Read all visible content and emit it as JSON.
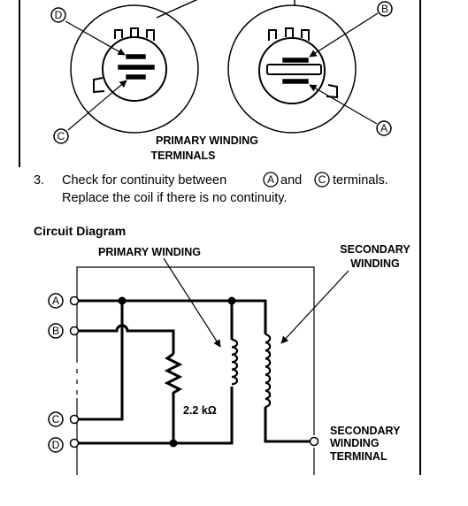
{
  "terminal_letters": {
    "a": "A",
    "b": "B",
    "c": "C",
    "d": "D"
  },
  "primary_terminals": {
    "line1": "PRIMARY WINDING",
    "line2": "TERMINALS"
  },
  "step": {
    "number": "3.",
    "line1_part1": "Check for continuity between",
    "line1_part2": "and",
    "line1_part3": "terminals.",
    "line2": "Replace the coil if there is no continuity."
  },
  "circuit": {
    "heading": "Circuit Diagram",
    "primary_winding": "PRIMARY WINDING",
    "secondary_winding": {
      "line1": "SECONDARY",
      "line2": "WINDING"
    },
    "resistor_value": "2.2 kΩ",
    "secondary_terminal": {
      "line1": "SECONDARY",
      "line2": "WINDING",
      "line3": "TERMINAL"
    }
  }
}
